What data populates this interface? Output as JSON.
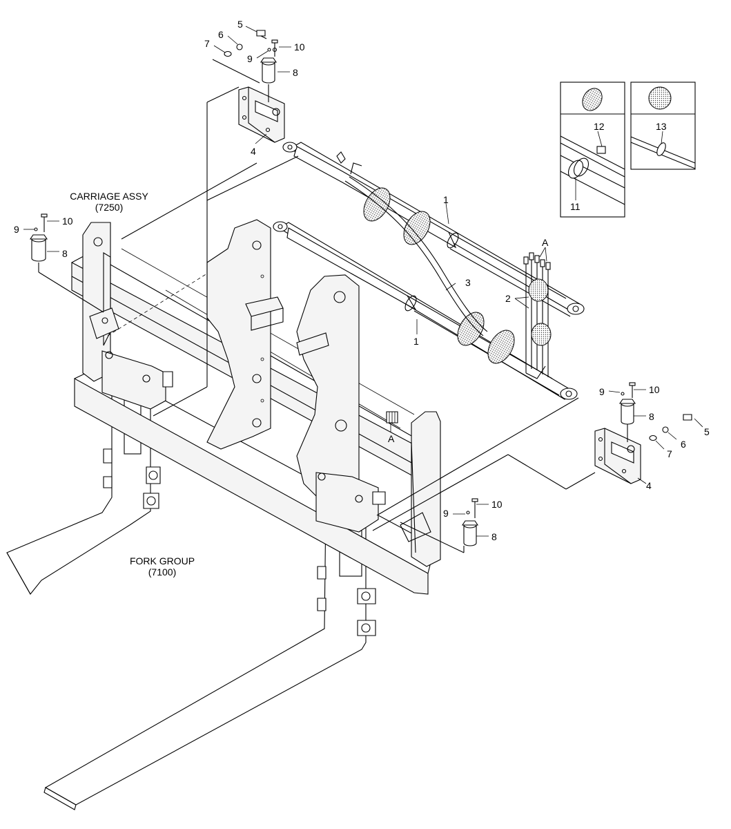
{
  "labels": {
    "carriage_assy": "CARRIAGE ASSY",
    "carriage_assy_code": "(7250)",
    "fork_group": "FORK GROUP",
    "fork_group_code": "(7100)",
    "view_a_top": "A",
    "view_a_bottom": "A"
  },
  "callouts": {
    "p1_upper": "1",
    "p1_lower": "1",
    "p2": "2",
    "p3": "3",
    "p4_top": "4",
    "p4_right": "4",
    "p5_top": "5",
    "p5_right": "5",
    "p6_top": "6",
    "p6_right": "6",
    "p7_top": "7",
    "p7_right": "7",
    "p8_top": "8",
    "p8_left": "8",
    "p8_right": "8",
    "p8_bottom": "8",
    "p9_top": "9",
    "p9_left": "9",
    "p9_right": "9",
    "p9_bottom": "9",
    "p10_top": "10",
    "p10_left": "10",
    "p10_right": "10",
    "p10_bottom": "10",
    "p11": "11",
    "p12": "12",
    "p13": "13"
  }
}
